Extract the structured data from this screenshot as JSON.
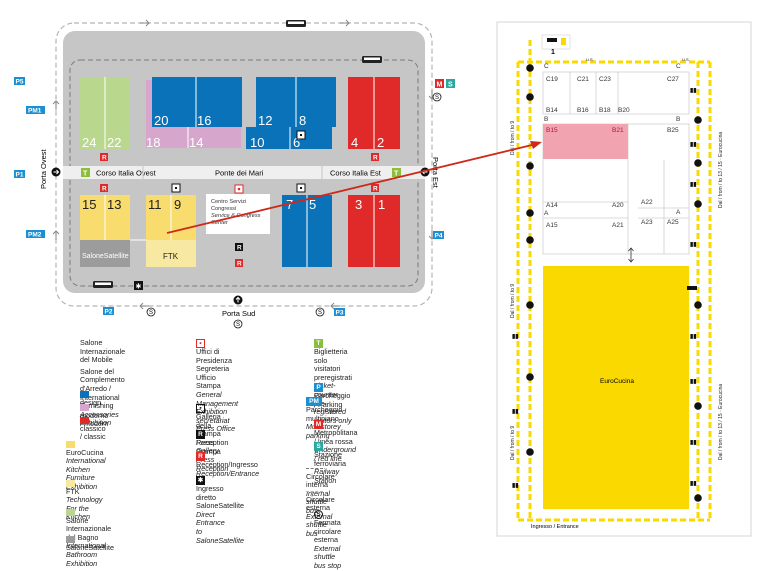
{
  "overview": {
    "gates": {
      "west": "Porta Ovest",
      "east": "Porta Est",
      "south": "Porta Sud"
    },
    "parking_badges": [
      "P5",
      "PM1",
      "P1",
      "PM2",
      "P2",
      "P3",
      "P4"
    ],
    "streets": {
      "corso_italia_ovest": "Corso Italia Ovest",
      "ponte_dei_mari": "Ponte dei Mari",
      "corso_italia_est": "Corso Italia Est"
    },
    "halls": {
      "h24": "24",
      "h22": "22",
      "h20": "20",
      "h16": "16",
      "h18": "18",
      "h14": "14",
      "h12": "12",
      "h8": "8",
      "h10": "10",
      "h6": "6",
      "h4": "4",
      "h2": "2",
      "h15": "15",
      "h13": "13",
      "h11": "11",
      "h9": "9",
      "h7": "7",
      "h5": "5",
      "h3": "3",
      "h1": "1"
    },
    "salone_satellite": "SaloneSatellite",
    "ftk": "FTK",
    "centro_servizi": [
      "Centro Servizi",
      "Congressi",
      "Service & Congress",
      "Center"
    ],
    "ticket_letter": "T",
    "reception_letter": "R",
    "metro_letter": "M",
    "train_letter": "S",
    "bus_stop_letter": "S"
  },
  "legend": {
    "salone": {
      "line1": "Salone Internazionale",
      "line2": "del Mobile",
      "line3": "Salone del Complemento",
      "line4": "d'Arredo / International Furnishing",
      "line5": "Accessories Exhibition"
    },
    "design": "design",
    "moderno": "moderno / modern",
    "classico": "classico / classic",
    "eurocucina": [
      "EuroCucina",
      "International Kitchen",
      "Furniture Exhibition"
    ],
    "ftk": [
      "FTK",
      "Technology For the Kitchen"
    ],
    "bagno": [
      "Salone Internazionale del Bagno",
      "International Bathroom Exhibition"
    ],
    "satellite": "SaloneSatellite",
    "uffici": [
      "Uffici di Presidenza",
      "Segreteria",
      "Ufficio Stampa",
      "General Management",
      "Exhibition secretariat",
      "Press Office"
    ],
    "galleria": [
      "Galleria della Stampa",
      "Press Gallery"
    ],
    "reception_stampa": [
      "Reception Stampa",
      "Press Reception"
    ],
    "reception_ingresso": [
      "Reception/Ingresso",
      "Reception/Entrance"
    ],
    "ingresso_diretto": [
      "Ingresso diretto",
      "SaloneSatellite",
      "Direct Entrance",
      "to SaloneSatellite"
    ],
    "biglietteria": [
      "Biglietteria",
      "solo visitatori preregistrati",
      "Ticket-counter",
      "pre-registered visitors only"
    ],
    "parcheggio": "Parcheggio / Parking",
    "parcheggio_multi": [
      "Parcheggio multipiano",
      "Multistorey parking"
    ],
    "metro": [
      "Metropolitana / linea rossa",
      "Underground / red line"
    ],
    "stazione": [
      "Stazione ferroviaria",
      "Railway Station"
    ],
    "circolare_interna": [
      "Circolare interna",
      "Internal shuttle bus"
    ],
    "circolare_esterna": [
      "Circolare esterna",
      "External shuttle bus"
    ],
    "fermata": [
      "Fermata circolare esterna",
      "External shuttle bus stop"
    ],
    "icon_letters": {
      "P": "P",
      "PM": "PM",
      "M": "M",
      "S": "S",
      "T": "T",
      "R": "R"
    }
  },
  "detail": {
    "stands": {
      "c19": "C19",
      "c21": "C21",
      "c23": "C23",
      "c27": "C27",
      "b14": "B14",
      "b16": "B16",
      "b18": "B18",
      "b20": "B20",
      "b15": "B15",
      "b21": "B21",
      "b25": "B25",
      "a14": "A14",
      "a20": "A20",
      "a15": "A15",
      "a21": "A21",
      "a22": "A22",
      "a23": "A23",
      "a25": "A25"
    },
    "row_letters": {
      "c": "C",
      "b": "B",
      "a": "A"
    },
    "eurocucina": "EuroCucina",
    "entrance": "Ingresso / Entrance",
    "side_left": "Dal / from / to 9",
    "side_right": "Dal / from / to 13 / 15 · Eurocucina",
    "top_marker": "1",
    "us_label": "U.S."
  },
  "colors": {
    "design": "#0a72b8",
    "moderno": "#d7a6cc",
    "classico": "#e02a2a",
    "eurocucina": "#f8dc6d",
    "ftk": "#f7e9a1",
    "bagno": "#b9d88d",
    "satellite": "#9c9c9c",
    "highlight": "#f2a3b0",
    "yellow": "#f9d900",
    "arrow": "#cc2a1a"
  }
}
